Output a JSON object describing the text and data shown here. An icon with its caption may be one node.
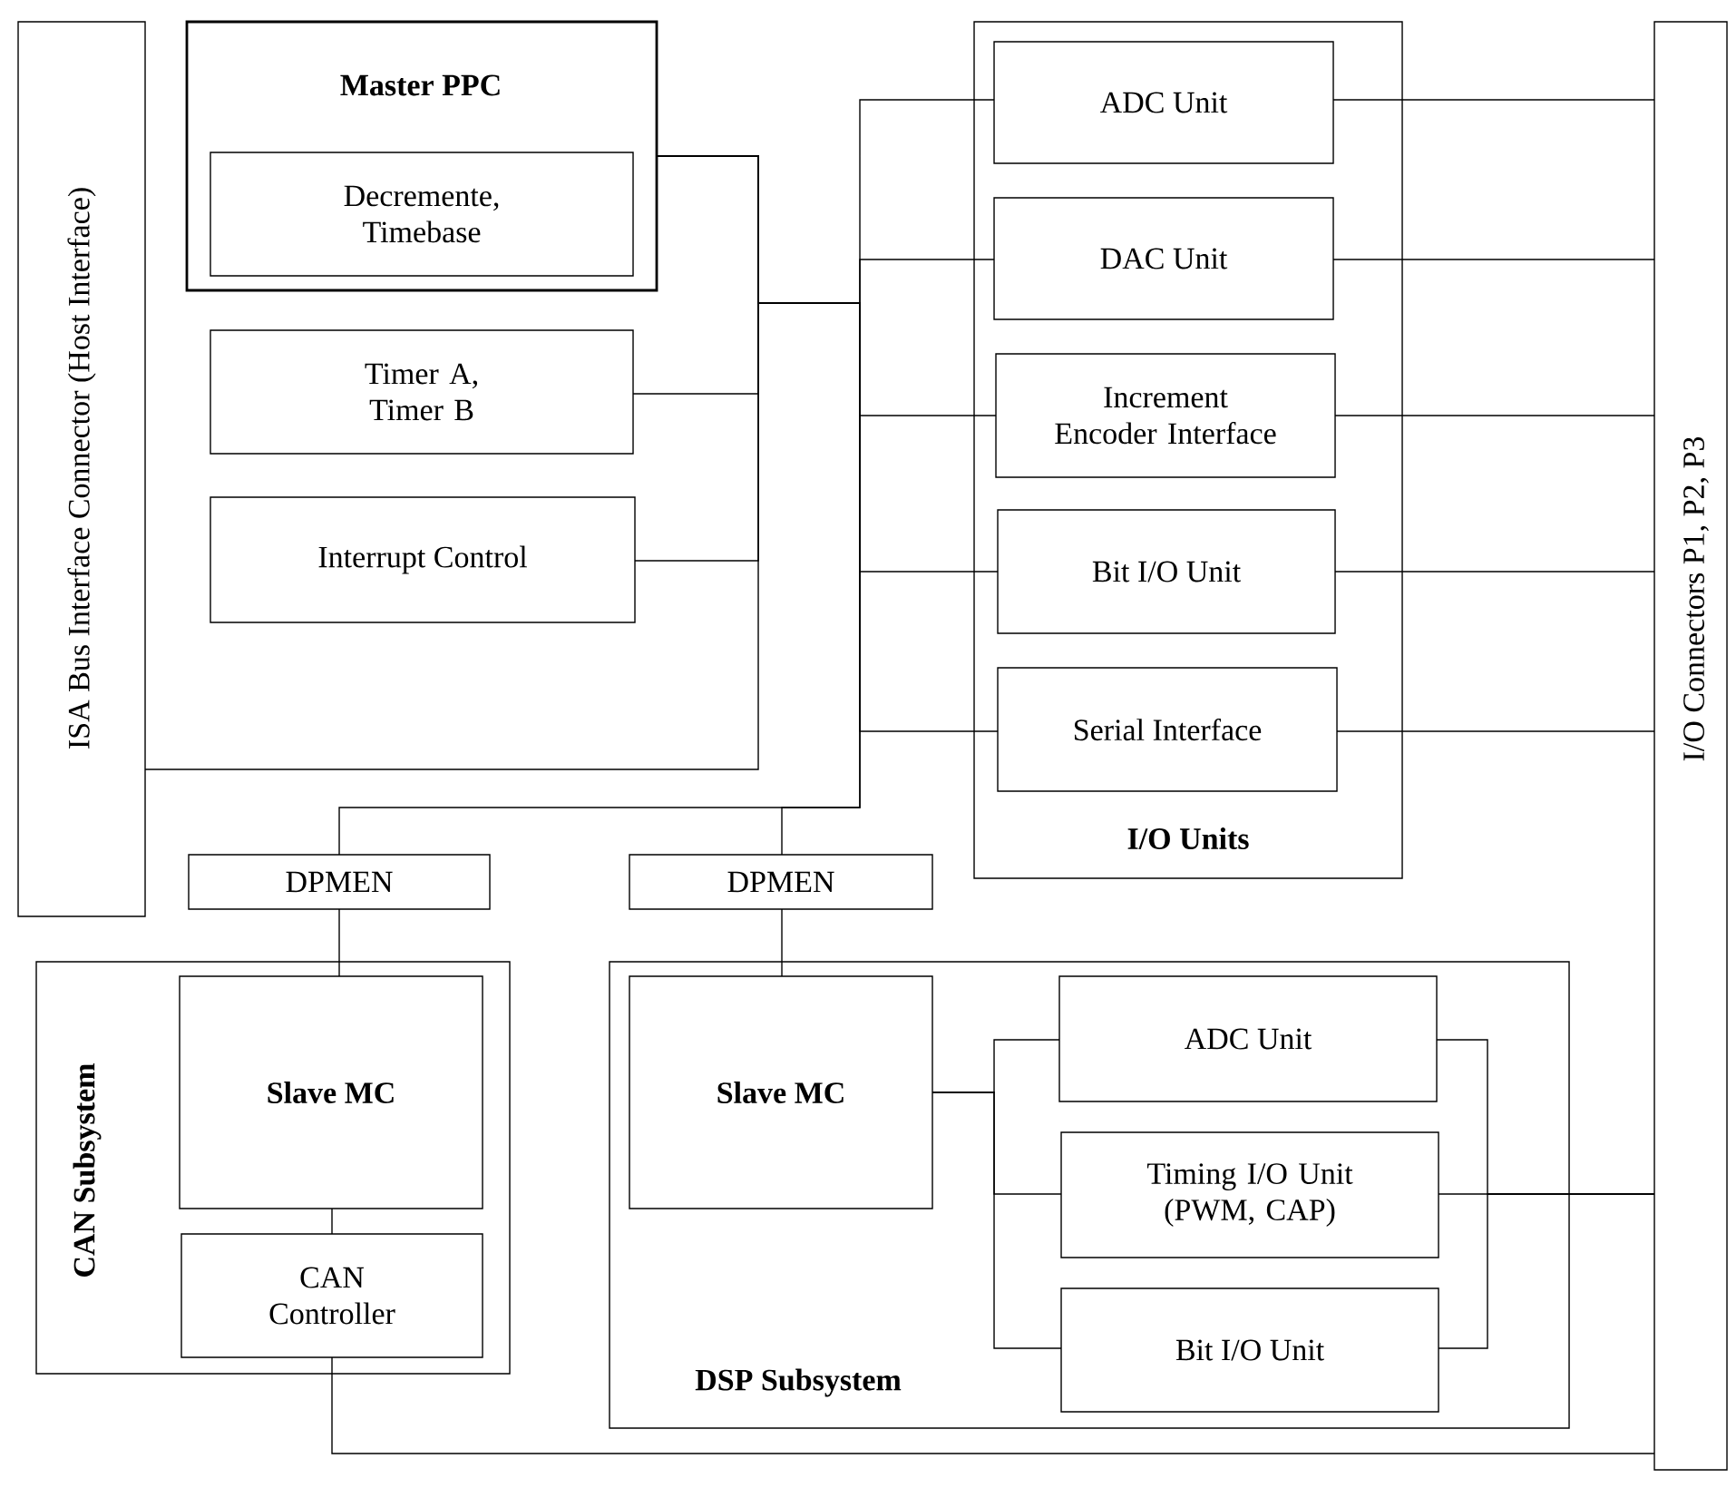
{
  "diagram": {
    "nodes": [
      {
        "text": [
          "ISA Bus Interface Connector (Host Interface)"
        ]
      },
      {
        "text": [
          "Master PPC"
        ]
      },
      {
        "text": [
          "Decremente, Timebase"
        ],
        "in": 1
      },
      {
        "text": [
          "Timer A, Timer B"
        ]
      },
      {
        "text": [
          "Interrupt Control"
        ]
      },
      {
        "text": [
          "I/O Units"
        ]
      },
      {
        "text": [
          "ADC Unit"
        ],
        "in": 5
      },
      {
        "text": [
          "DAC Unit"
        ],
        "in": 5
      },
      {
        "text": [
          "Increment Encoder Interface"
        ],
        "in": 5
      },
      {
        "text": [
          "Bit I/O Unit"
        ],
        "in": 5
      },
      {
        "text": [
          "Serial Interface"
        ],
        "in": 5
      },
      {
        "text": [
          "I/O Connectors P1, P2, P3"
        ]
      },
      {
        "text": [
          "DPMEN"
        ]
      },
      {
        "text": [
          "DPMEN"
        ]
      },
      {
        "text": [
          "CAN Subsystem"
        ]
      },
      {
        "text": [
          "Slave MC"
        ],
        "in": 14
      },
      {
        "text": [
          "CAN Controller"
        ],
        "in": 14
      },
      {
        "text": [
          "DSP Subsystem"
        ]
      },
      {
        "text": [
          "Slave MC"
        ],
        "in": 17
      },
      {
        "text": [
          "ADC Unit"
        ],
        "in": 17
      },
      {
        "text": [
          "Timing I/O Unit (PWM, CAP)"
        ],
        "in": 17
      },
      {
        "text": [
          "Bit I/O Unit"
        ],
        "in": 17
      }
    ],
    "edges": [
      {
        "from": 1,
        "to": 0,
        "arrow": "none"
      },
      {
        "from": 1,
        "to": 3,
        "arrow": "none"
      },
      {
        "from": 1,
        "to": 4,
        "arrow": "none"
      },
      {
        "from": 1,
        "to": 6,
        "arrow": "none"
      },
      {
        "from": 1,
        "to": 7,
        "arrow": "none"
      },
      {
        "from": 1,
        "to": 8,
        "arrow": "none"
      },
      {
        "from": 1,
        "to": 9,
        "arrow": "none"
      },
      {
        "from": 1,
        "to": 10,
        "arrow": "none"
      },
      {
        "from": 1,
        "to": 12,
        "arrow": "none"
      },
      {
        "from": 1,
        "to": 13,
        "arrow": "none"
      },
      {
        "from": 12,
        "to": 15,
        "arrow": "none"
      },
      {
        "from": 13,
        "to": 18,
        "arrow": "none"
      },
      {
        "from": 15,
        "to": 16,
        "arrow": "none"
      },
      {
        "from": 18,
        "to": 19,
        "arrow": "none"
      },
      {
        "from": 18,
        "to": 20,
        "arrow": "none"
      },
      {
        "from": 18,
        "to": 21,
        "arrow": "none"
      },
      {
        "from": 6,
        "to": 11,
        "arrow": "none"
      },
      {
        "from": 7,
        "to": 11,
        "arrow": "none"
      },
      {
        "from": 8,
        "to": 11,
        "arrow": "none"
      },
      {
        "from": 9,
        "to": 11,
        "arrow": "none"
      },
      {
        "from": 10,
        "to": 11,
        "arrow": "none"
      },
      {
        "from": 20,
        "to": 11,
        "arrow": "none"
      },
      {
        "from": 19,
        "to": 11,
        "arrow": "none"
      },
      {
        "from": 21,
        "to": 11,
        "arrow": "none"
      },
      {
        "from": 16,
        "to": 11,
        "arrow": "none"
      }
    ]
  }
}
